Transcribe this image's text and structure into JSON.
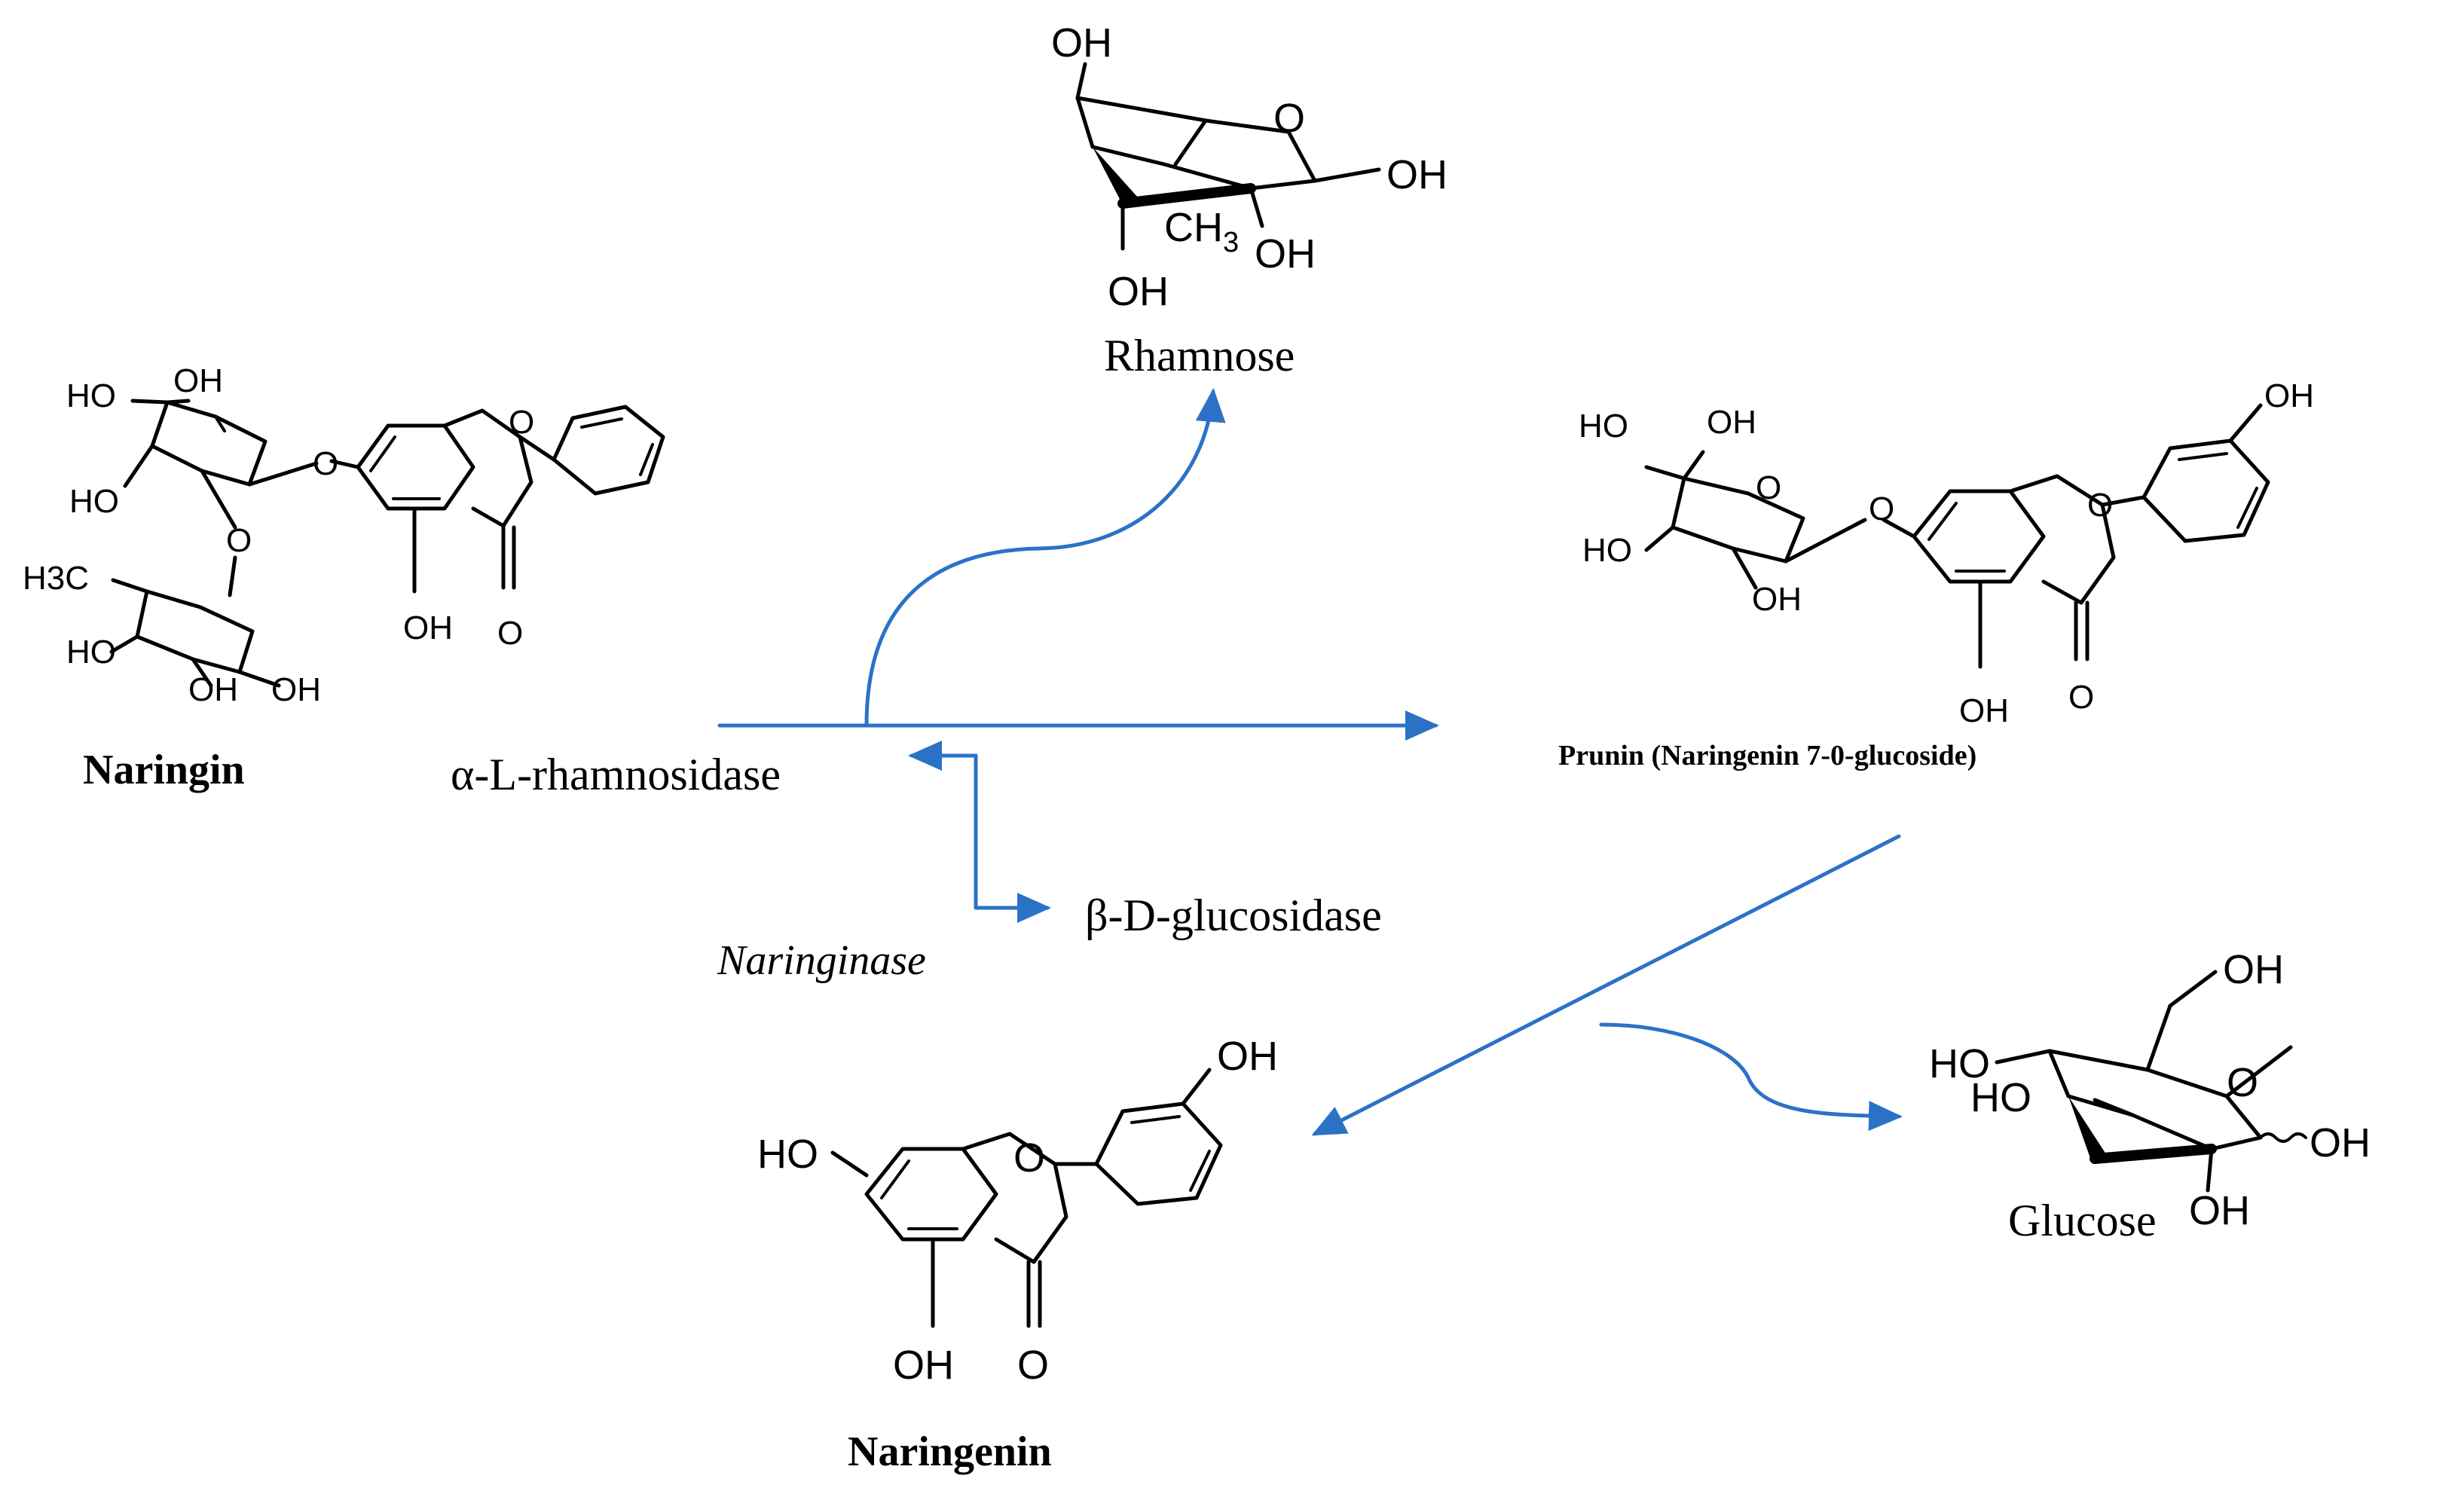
{
  "colors": {
    "arrow": "#2b72c7",
    "ink": "#000000",
    "background": "#ffffff"
  },
  "compounds": {
    "naringin": "Naringin",
    "rhamnose": "Rhamnose",
    "prunin": "Prunin (Naringenin 7-0-glucoside)",
    "naringenin": "Naringenin",
    "glucose": "Glucose"
  },
  "enzymes": {
    "rhamnosidase": "α-L-rhamnosidase",
    "glucosidase": "β-D-glucosidase",
    "complex": "Naringinase"
  },
  "atoms": {
    "oh": "OH",
    "ho": "HO",
    "o": "O",
    "h3c": "H3C",
    "ch": "CH",
    "sub3": "3"
  }
}
